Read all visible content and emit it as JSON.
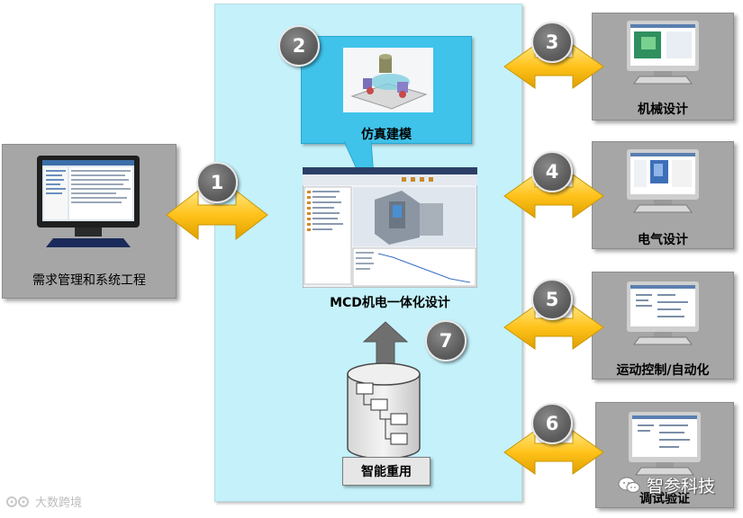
{
  "diagram": {
    "left_station": {
      "number": "1",
      "label": "需求管理和系统工程"
    },
    "modeling": {
      "number": "2",
      "label": "仿真建模"
    },
    "mcd": {
      "label": "MCD机电一体化设计"
    },
    "reuse": {
      "number": "7",
      "label": "智能重用"
    },
    "right_stations": [
      {
        "number": "3",
        "label": "机械设计"
      },
      {
        "number": "4",
        "label": "电气设计"
      },
      {
        "number": "5",
        "label": "运动控制/自动化"
      },
      {
        "number": "6",
        "label": "调试验证"
      }
    ]
  },
  "watermarks": {
    "bottom_left": "大数跨境",
    "bottom_right": "智参科技"
  },
  "colors": {
    "panel": "#c4f1fa",
    "callout": "#3fc3ea",
    "station": "#a6a6a6",
    "arrow": "#ffc21a",
    "circle": "#5e5e5e"
  }
}
